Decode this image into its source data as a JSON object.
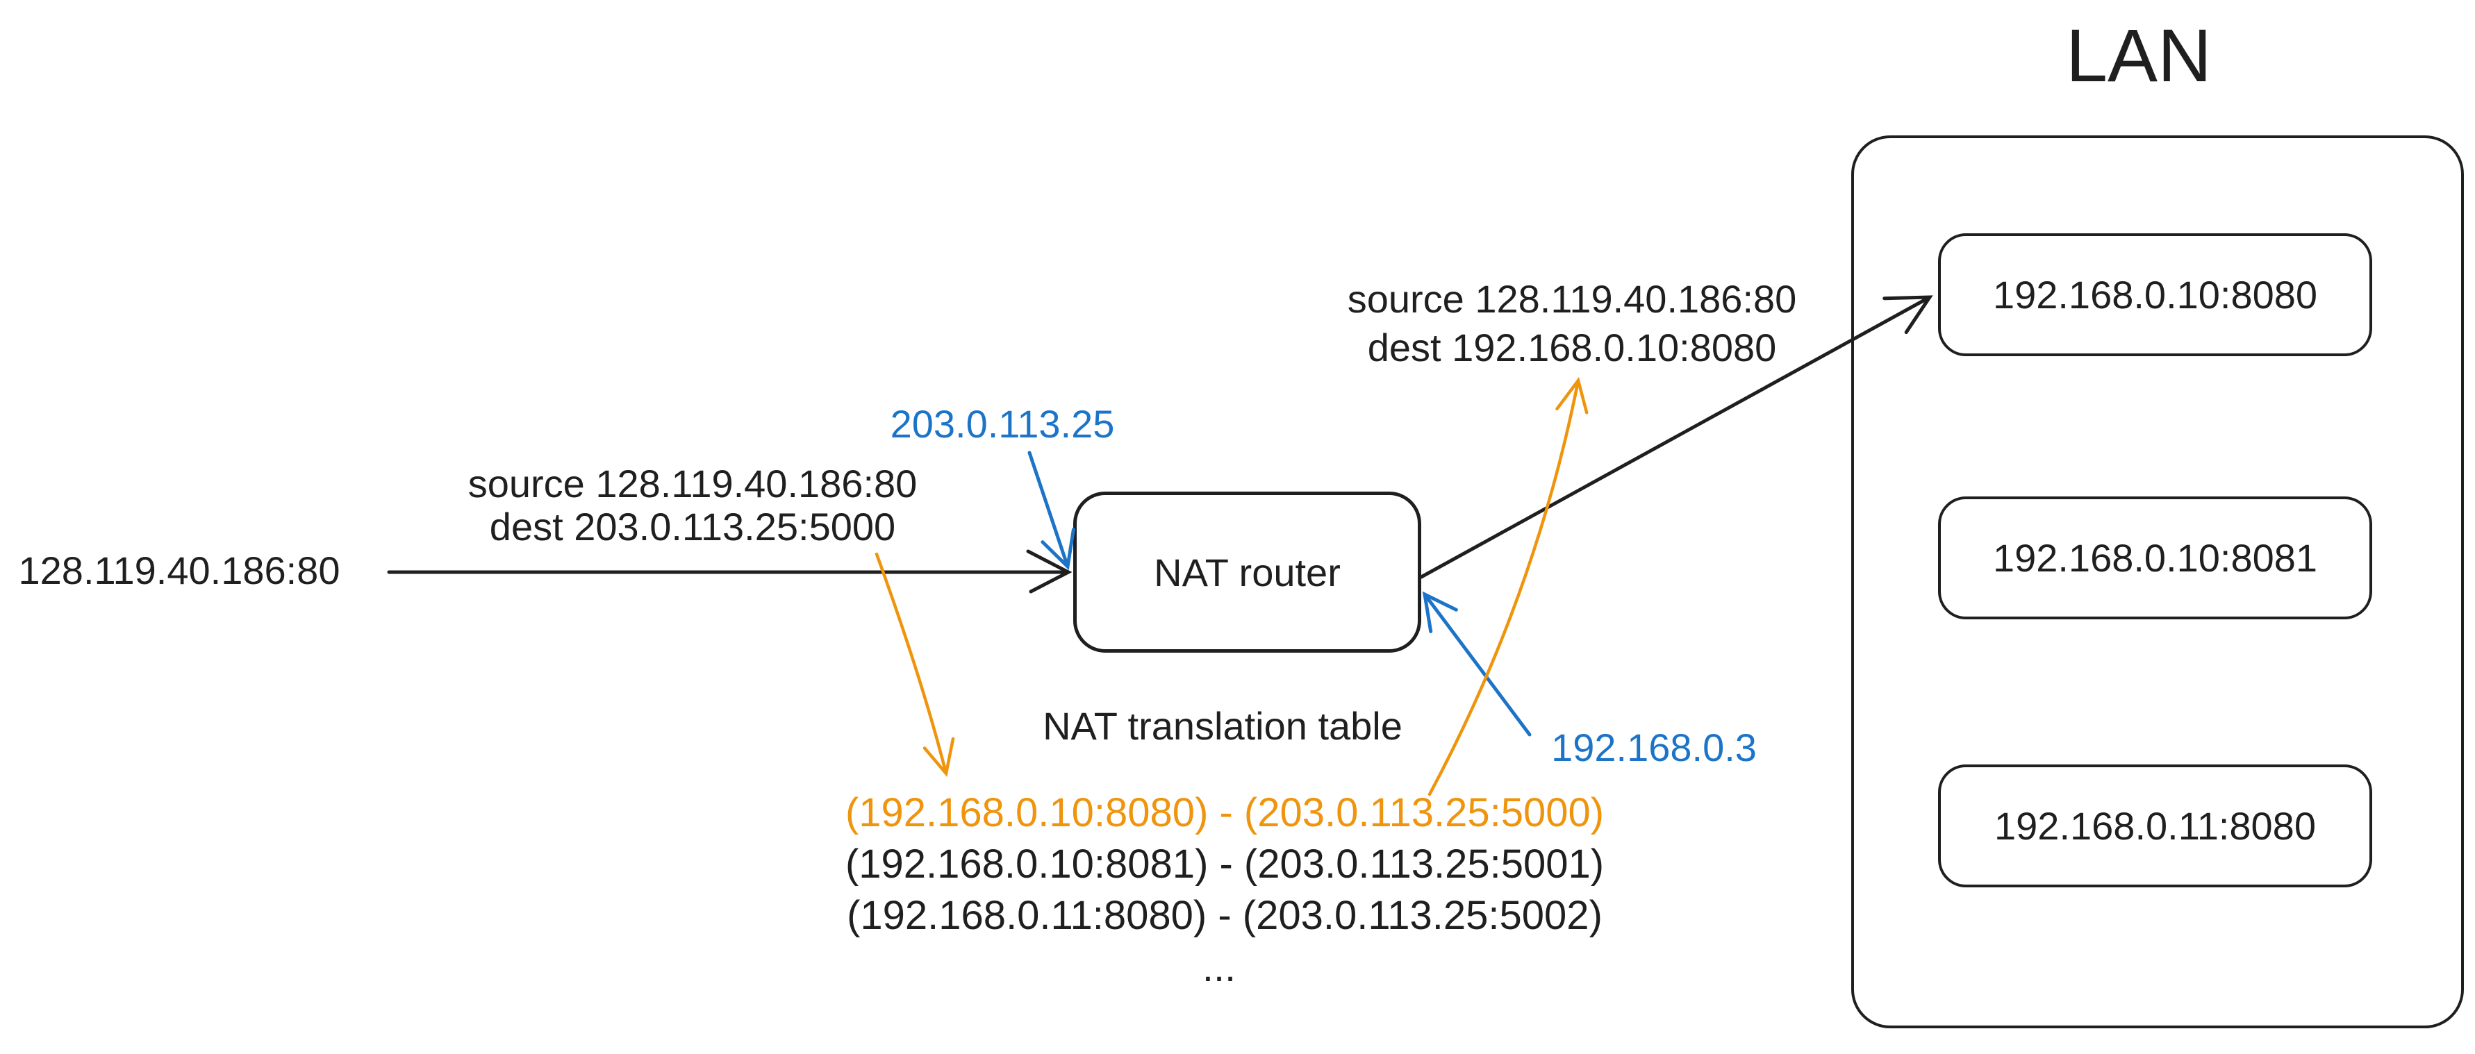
{
  "colors": {
    "ink": "#1f1f1f",
    "blue": "#1c74c8",
    "orange": "#ef940d",
    "bg": "#ffffff"
  },
  "client": {
    "address": "128.119.40.186:80"
  },
  "inbound_packet": {
    "line1": "source 128.119.40.186:80",
    "line2": "dest 203.0.113.25:5000"
  },
  "forwarded_packet": {
    "line1": "source 128.119.40.186:80",
    "line2": "dest 192.168.0.10:8080"
  },
  "router": {
    "label": "NAT router",
    "public_ip": "203.0.113.25",
    "private_ip": "192.168.0.3"
  },
  "nat_table": {
    "title": "NAT translation table",
    "rows": [
      {
        "text": "(192.168.0.10:8080) - (203.0.113.25:5000)",
        "highlight": true
      },
      {
        "text": "(192.168.0.10:8081) - (203.0.113.25:5001)",
        "highlight": false
      },
      {
        "text": "(192.168.0.11:8080) - (203.0.113.25:5002)",
        "highlight": false
      }
    ],
    "ellipsis": "..."
  },
  "lan": {
    "title": "LAN",
    "hosts": [
      "192.168.0.10:8080",
      "192.168.0.10:8081",
      "192.168.0.11:8080"
    ]
  }
}
